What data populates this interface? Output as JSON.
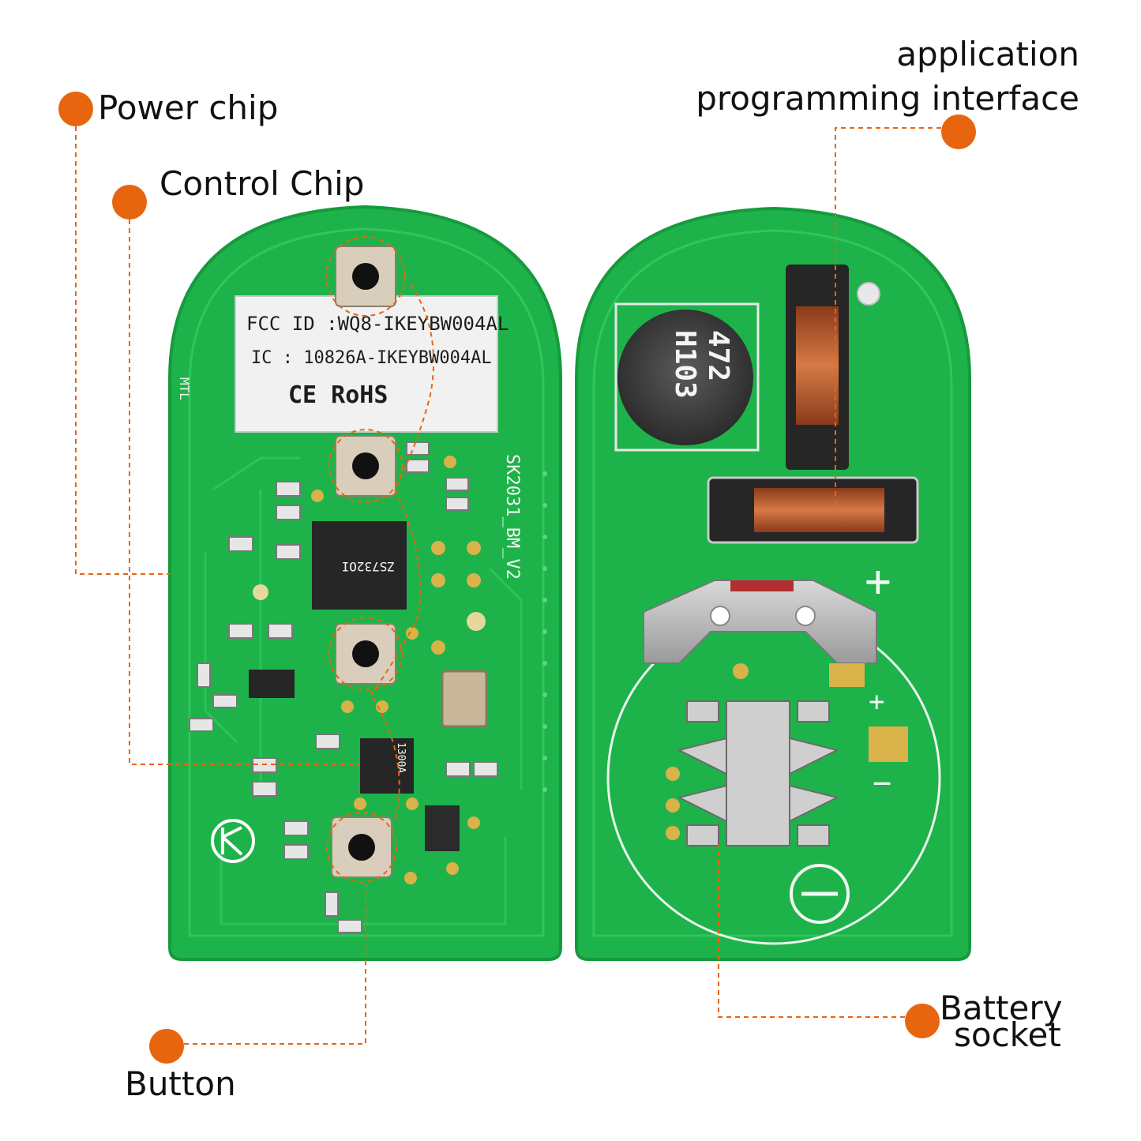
{
  "callouts": {
    "power_chip": "Power chip",
    "control_chip": "Control Chip",
    "button": "Button",
    "api_line1": "application",
    "api_line2": "programming interface",
    "battery_line1": "Battery",
    "battery_line2": "socket"
  },
  "board_front": {
    "label_line1": "FCC ID :WQ8-IKEYBW004AL",
    "label_line2": "IC :  10826A-IKEYBW004AL",
    "label_line3": "CE  RoHS",
    "side_text": "SK2031_BM_V2",
    "mtl_text": "MTL",
    "chip1_marking": "ZS732OI",
    "chip2_marking": "1300A"
  },
  "board_back": {
    "inductor_line1": "472",
    "inductor_line2": "H103",
    "plus_sign": "+",
    "minus_sign": "−"
  },
  "colors": {
    "pcb_green": "#1db34a",
    "pcb_dark": "#169a3d",
    "accent_orange": "#e8650f",
    "pad_gold": "#d9b24a"
  }
}
